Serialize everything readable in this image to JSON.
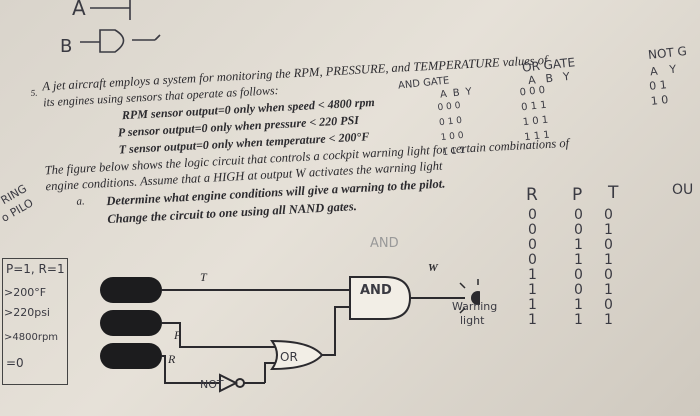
{
  "sketch_top": {
    "label_a": "A",
    "label_b": "B"
  },
  "problem": {
    "number": "5.",
    "line1": "A jet aircraft employs a system for monitoring the RPM, PRESSURE, and TEMPERATURE values of",
    "line2": "its engines using sensors that operate as follows:",
    "rpm": "RPM sensor output=0 only when speed < 4800 rpm",
    "p": "P sensor output=0 only when pressure < 220 PSI",
    "t": "T sensor output=0 only when temperature < 200°F",
    "line3": "The figure below shows the logic circuit that controls a cockpit warning light for certain combinations of",
    "line4": "engine conditions. Assume that a HIGH at output W activates the warning light",
    "a": "a.",
    "qa": "Determine what engine conditions will give a warning to the pilot.",
    "qb": "Change the circuit to one using all NAND gates."
  },
  "notes": {
    "and_gate": "AND GATE",
    "or_gate": "OR GATE",
    "not_gate": "NOT G",
    "and_hdr": [
      "A",
      "B",
      "Y"
    ],
    "and_rows": [
      "0 0 0",
      "0 1 0",
      "1 0 0",
      "1 1 1"
    ],
    "or_hdr": [
      "A",
      "B",
      "Y"
    ],
    "or_rows": [
      "0 0 0",
      "0 1 1",
      "1 0 1",
      "1 1 1"
    ],
    "not_hdr": [
      "A",
      "Y"
    ],
    "not_rows": [
      "0 1",
      "1 0"
    ],
    "margin_left": "RING",
    "margin_left2": "o PILO",
    "cond1": "P=1, R=1",
    "cond2": ">200°F",
    "cond3": ">220psi",
    "cond4": ">4800rpm",
    "cond5": "=0",
    "cols_hdr": [
      "R",
      "P",
      "T"
    ],
    "R_col": [
      "0",
      "0",
      "0",
      "0",
      "1",
      "1",
      "1",
      "1"
    ],
    "P_col": [
      "0",
      "0",
      "1",
      "1",
      "0",
      "0",
      "1",
      "1"
    ],
    "T_col": [
      "0",
      "1",
      "0",
      "1",
      "0",
      "1",
      "0",
      "1"
    ],
    "ou": "OU",
    "and_scribble": "AND"
  },
  "circuit": {
    "t_label": "T",
    "p_label": "P",
    "r_label": "R",
    "and_label": "AND",
    "or_label": "OR",
    "not_label": "NOT",
    "w_label": "W",
    "light_label_1": "Warning",
    "light_label_2": "light"
  }
}
